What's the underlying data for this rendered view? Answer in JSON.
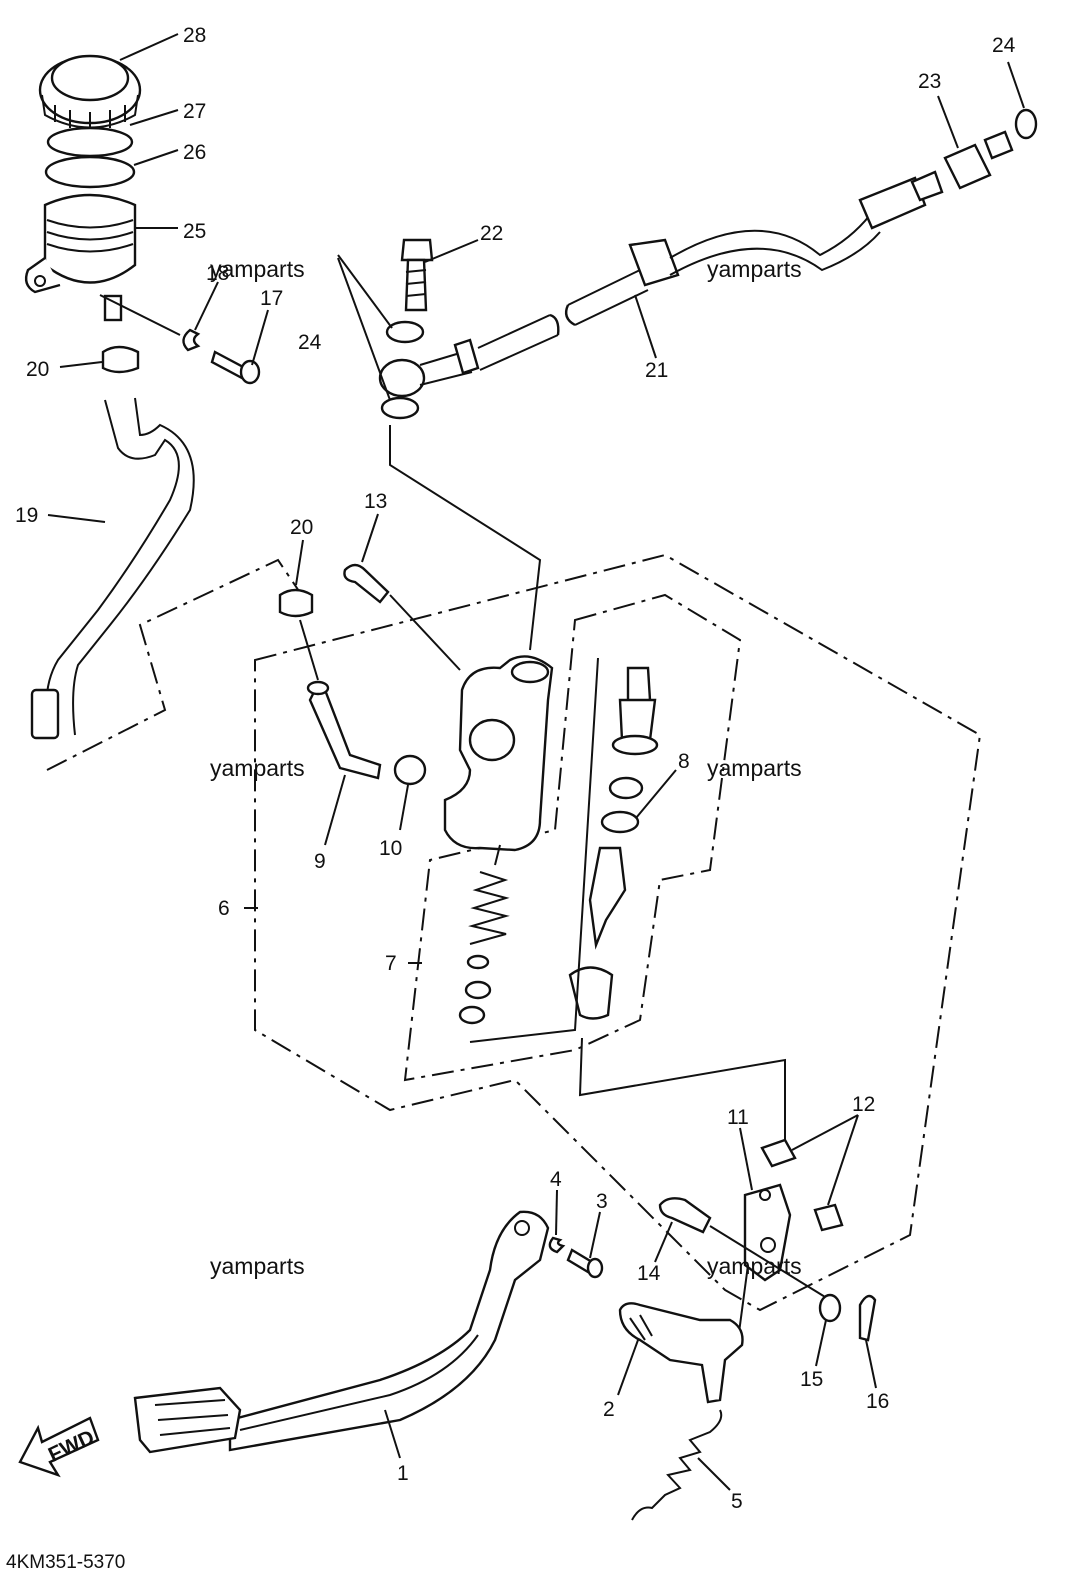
{
  "diagram_code": "4KM351-5370",
  "watermark_text": "yamparts",
  "fwd_arrow_label": "FWD",
  "callouts": {
    "c1": "1",
    "c2": "2",
    "c3": "3",
    "c4": "4",
    "c5": "5",
    "c6": "6",
    "c7": "7",
    "c8": "8",
    "c9": "9",
    "c10": "10",
    "c11": "11",
    "c12": "12",
    "c13": "13",
    "c14": "14",
    "c15": "15",
    "c16": "16",
    "c17": "17",
    "c18": "18",
    "c19": "19",
    "c20a": "20",
    "c20b": "20",
    "c21": "21",
    "c22": "22",
    "c23": "23",
    "c24a": "24",
    "c24b": "24",
    "c25": "25",
    "c26": "26",
    "c27": "27",
    "c28": "28"
  }
}
